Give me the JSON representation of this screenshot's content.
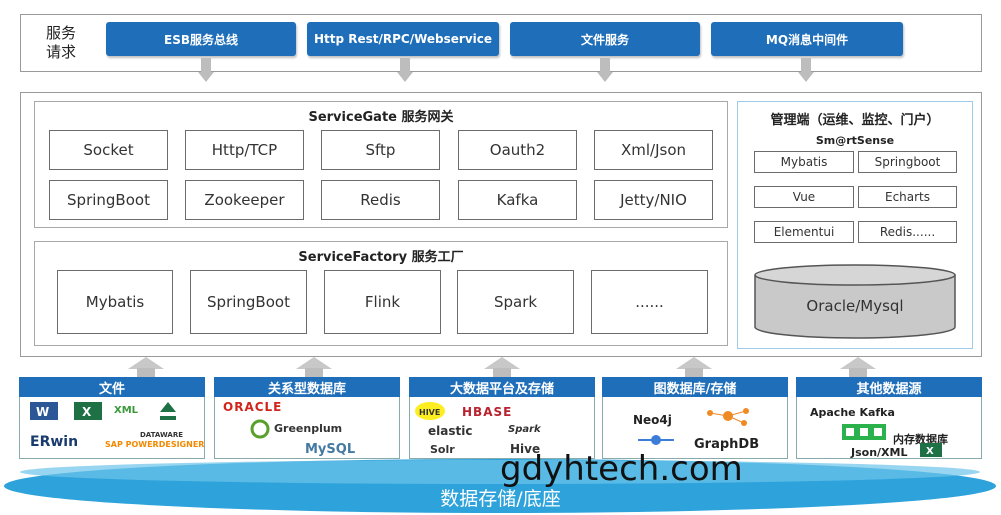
{
  "service_request": {
    "label": "服务\n请求",
    "buttons": [
      "ESB服务总线",
      "Http Rest/RPC/Webservice",
      "文件服务",
      "MQ消息中间件"
    ]
  },
  "service_gate": {
    "title": "ServiceGate  服务网关",
    "items": [
      "Socket",
      "Http/TCP",
      "Sftp",
      "Oauth2",
      "Xml/Json",
      "SpringBoot",
      "Zookeeper",
      "Redis",
      "Kafka",
      "Jetty/NIO"
    ]
  },
  "service_factory": {
    "title": "ServiceFactory  服务工厂",
    "items": [
      "Mybatis",
      "SpringBoot",
      "Flink",
      "Spark",
      "......"
    ]
  },
  "management": {
    "title": "管理端（运维、监控、门户）",
    "subtitle": "Sm@rtSense",
    "items": [
      "Mybatis",
      "Springboot",
      "Vue",
      "Echarts",
      "Elementui",
      "Redis......"
    ],
    "db_label": "Oracle/Mysql"
  },
  "data_sources": [
    {
      "title": "文件",
      "logos": [
        "XML",
        "ERwin",
        "SAP POWERDESIGNER",
        "DATAWARE"
      ]
    },
    {
      "title": "关系型数据库",
      "logos": [
        "ORACLE",
        "Greenplum",
        "MySQL"
      ]
    },
    {
      "title": "大数据平台及存储",
      "logos": [
        "HIVE",
        "HBASE",
        "elastic",
        "Spark",
        "Solr",
        "Hive"
      ]
    },
    {
      "title": "图数据库/存储",
      "logos": [
        "Neo4j",
        "GraphDB"
      ]
    },
    {
      "title": "其他数据源",
      "logos": [
        "Apache Kafka",
        "内存数据库",
        "Json/XML"
      ]
    }
  ],
  "base_label": "数据存储/底座",
  "watermark": "gdyhtech.com",
  "colors": {
    "accent": "#1f6eb9",
    "base": "#2ea3db"
  }
}
